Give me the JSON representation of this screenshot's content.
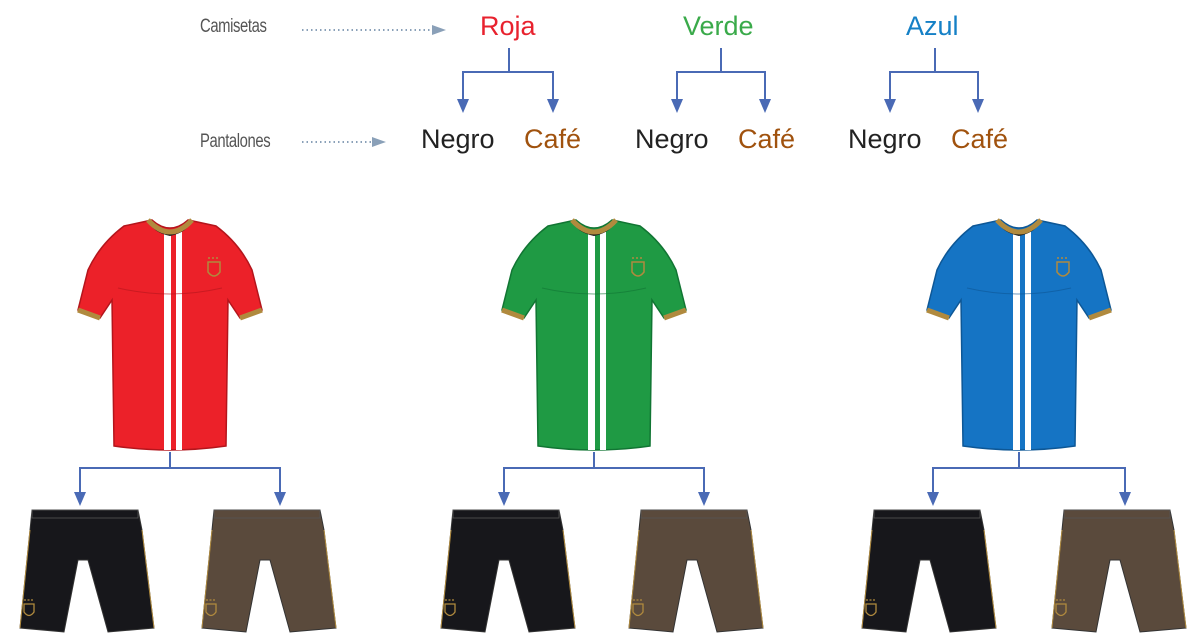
{
  "row_labels": {
    "shirts": "Camisetas",
    "pants": "Pantalones"
  },
  "shirts": [
    {
      "name": "Roja",
      "name_color": "#e8222e",
      "fill": "#ec2129",
      "dark": "#b4151c"
    },
    {
      "name": "Verde",
      "name_color": "#3aaa4a",
      "fill": "#1f9a44",
      "dark": "#117533"
    },
    {
      "name": "Azul",
      "name_color": "#1580c6",
      "fill": "#1574c4",
      "dark": "#0d5796"
    }
  ],
  "pants": [
    {
      "name": "Negro",
      "name_color": "#222222",
      "fill": "#17171b"
    },
    {
      "name": "Café",
      "name_color": "#a0520e",
      "fill": "#5a4a3c"
    }
  ],
  "colors": {
    "arrow": "#4a6ab5",
    "dotted": "#8aa0b8",
    "trim": "#b08a3e"
  }
}
